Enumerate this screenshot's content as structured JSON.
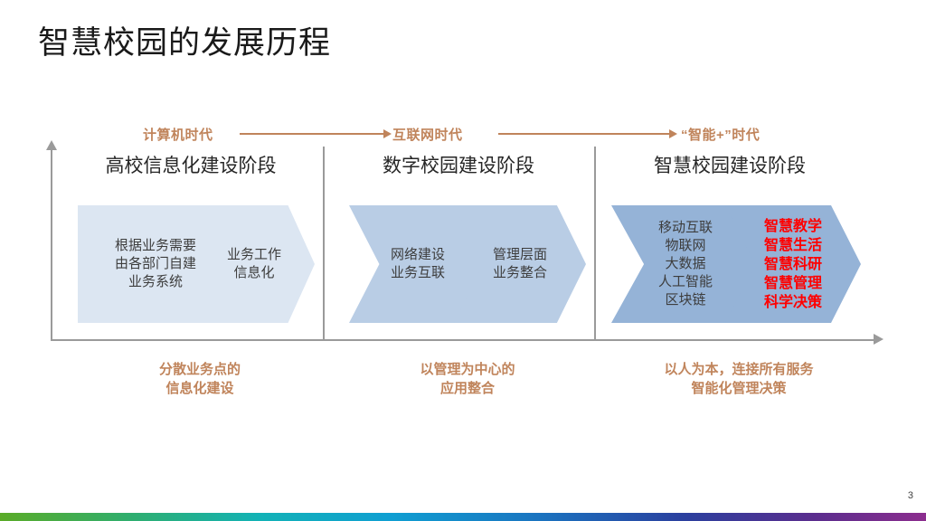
{
  "slide": {
    "title": "智慧校园的发展历程",
    "page_number": "3",
    "accent_color": "#c0845b",
    "highlight_color": "#ff0000"
  },
  "eras": [
    {
      "label": "计算机时代"
    },
    {
      "label": "互联网时代"
    },
    {
      "label": "“智能+”时代"
    }
  ],
  "stages": [
    {
      "title": "高校信息化建设阶段",
      "fill_color": "#dce6f2",
      "caption": "分散业务点的\n信息化建设",
      "chevrons": [
        {
          "text": "根据业务需要\n由各部门自建\n业务系统",
          "emphasis": false
        },
        {
          "text": "业务工作\n信息化",
          "emphasis": false
        }
      ]
    },
    {
      "title": "数字校园建设阶段",
      "fill_color": "#b9cde5",
      "caption": "以管理为中心的\n应用整合",
      "chevrons": [
        {
          "text": "网络建设\n业务互联",
          "emphasis": false
        },
        {
          "text": "管理层面\n业务整合",
          "emphasis": false
        }
      ]
    },
    {
      "title": "智慧校园建设阶段",
      "fill_color": "#95b3d7",
      "caption": "以人为本，连接所有服务\n智能化管理决策",
      "chevrons": [
        {
          "text": "移动互联\n物联网\n大数据\n人工智能\n区块链",
          "emphasis": false
        },
        {
          "text": "智慧教学\n智慧生活\n智慧科研\n智慧管理\n科学决策",
          "emphasis": true
        }
      ]
    }
  ]
}
